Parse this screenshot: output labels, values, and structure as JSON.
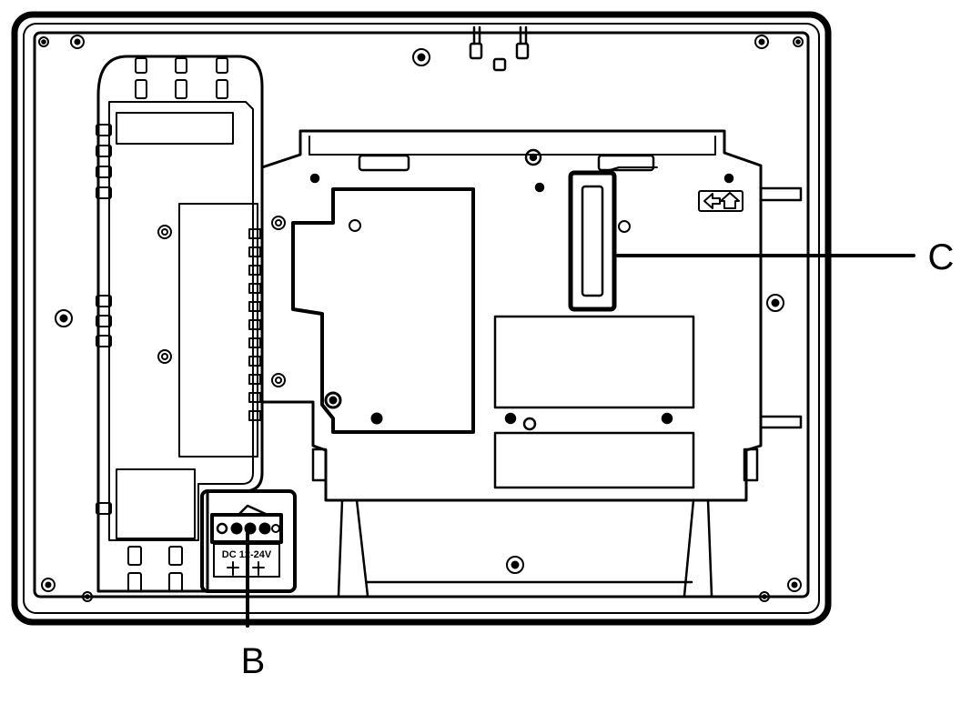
{
  "callouts": {
    "b": {
      "label": "B"
    },
    "c": {
      "label": "C"
    }
  },
  "power_terminal": {
    "marking": "DC 12-24V"
  },
  "colors": {
    "ink": "#000000",
    "paper": "#ffffff",
    "dark_fill": "#000000"
  }
}
